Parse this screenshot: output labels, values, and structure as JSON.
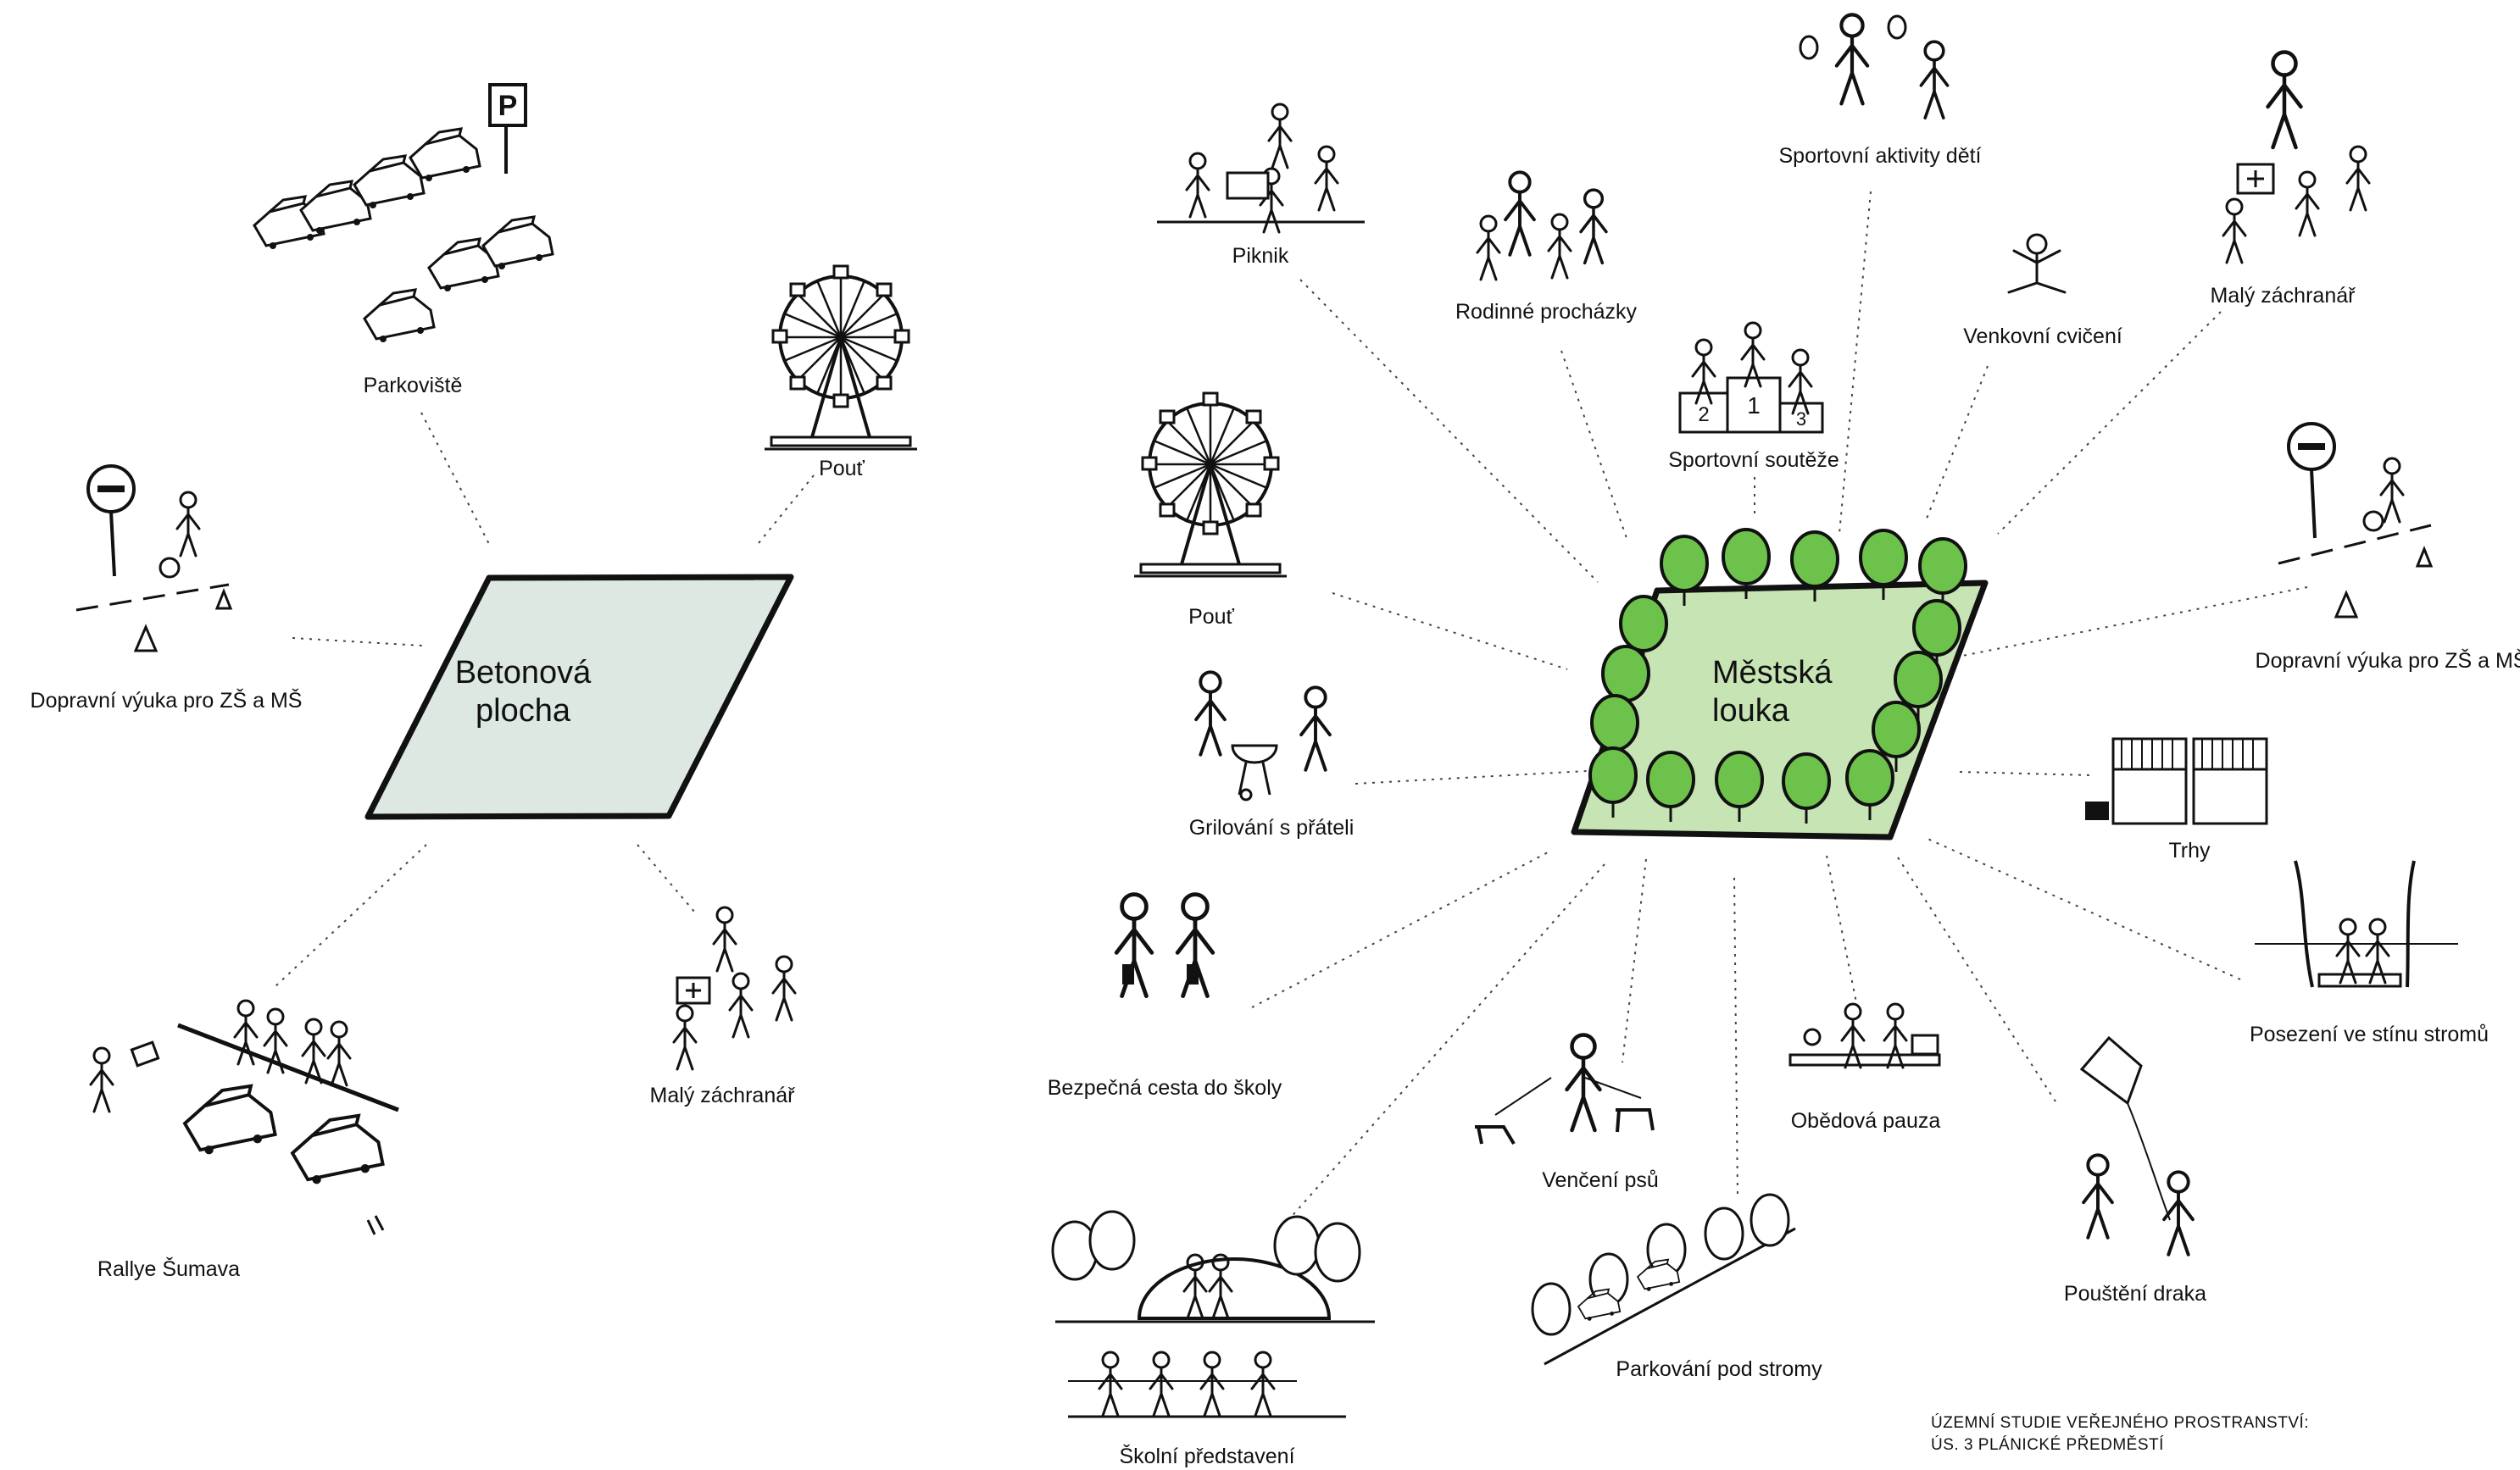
{
  "hubs": {
    "concrete": {
      "title_line1": "Betonová",
      "title_line2": "plocha",
      "fill": "#dde8e2"
    },
    "meadow": {
      "title_line1": "Městská",
      "title_line2": "louka",
      "fill": "#c6e4b4",
      "tree_color": "#6cc24a"
    }
  },
  "concrete_activities": [
    {
      "id": "parkoviste",
      "label": "Parkoviště",
      "icon": "parked-cars-icon"
    },
    {
      "id": "pout-left",
      "label": "Pouť",
      "icon": "ferris-wheel-icon"
    },
    {
      "id": "dopravni-left",
      "label": "Dopravní výuka pro ZŠ a MŠ",
      "icon": "traffic-lesson-icon"
    },
    {
      "id": "maly-left",
      "label": "Malý záchranář",
      "icon": "first-aid-family-icon"
    },
    {
      "id": "rallye",
      "label": "Rallye Šumava",
      "icon": "rally-cars-icon"
    }
  ],
  "meadow_activities": [
    {
      "id": "piknik",
      "label": "Piknik",
      "icon": "picnic-icon"
    },
    {
      "id": "rodinne",
      "label": "Rodinné procházky",
      "icon": "family-walk-icon"
    },
    {
      "id": "sport-deti",
      "label": "Sportovní aktivity dětí",
      "icon": "badminton-icon"
    },
    {
      "id": "souteze",
      "label": "Sportovní soutěže",
      "icon": "podium-icon"
    },
    {
      "id": "cviceni",
      "label": "Venkovní cvičení",
      "icon": "yoga-icon"
    },
    {
      "id": "maly-right",
      "label": "Malý záchranář",
      "icon": "first-aid-family-icon"
    },
    {
      "id": "pout-right",
      "label": "Pouť",
      "icon": "ferris-wheel-icon"
    },
    {
      "id": "dopravni-right",
      "label": "Dopravní výuka pro ZŠ a MŠ",
      "icon": "traffic-lesson-icon"
    },
    {
      "id": "grilovani",
      "label": "Grilování s přáteli",
      "icon": "barbecue-icon"
    },
    {
      "id": "trhy",
      "label": "Trhy",
      "icon": "market-stalls-icon"
    },
    {
      "id": "bezpecna",
      "label": "Bezpečná cesta do školy",
      "icon": "school-walk-icon"
    },
    {
      "id": "posezeni",
      "label": "Posezení ve stínu stromů",
      "icon": "bench-shade-icon"
    },
    {
      "id": "venceni",
      "label": "Venčení psů",
      "icon": "dog-walking-icon"
    },
    {
      "id": "obedova",
      "label": "Obědová pauza",
      "icon": "lunch-break-icon"
    },
    {
      "id": "drak",
      "label": "Pouštění draka",
      "icon": "kite-icon"
    },
    {
      "id": "parkovani",
      "label": "Parkování pod stromy",
      "icon": "tree-parking-icon"
    },
    {
      "id": "skolni",
      "label": "Školní představení",
      "icon": "outdoor-stage-icon"
    }
  ],
  "footer": {
    "line1": "ÚZEMNÍ STUDIE VEŘEJNÉHO PROSTRANSTVÍ:",
    "line2": "ÚS. 3 PLÁNICKÉ PŘEDMĚSTÍ"
  },
  "colors": {
    "ink": "#111111",
    "connector": "#444444"
  }
}
